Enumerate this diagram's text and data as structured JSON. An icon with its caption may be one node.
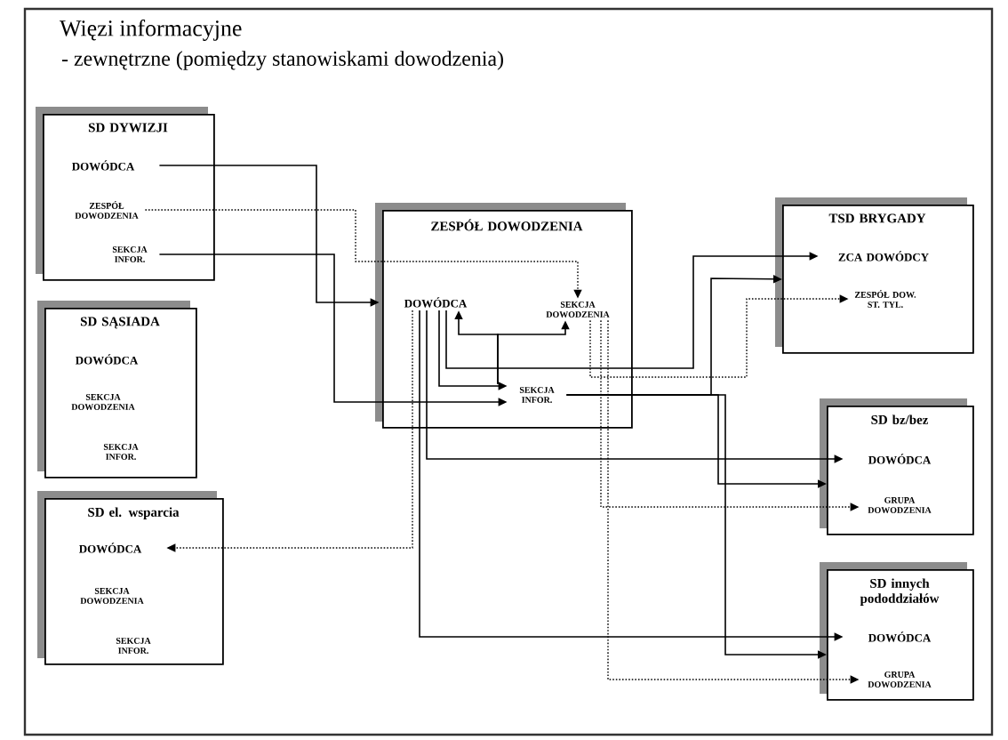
{
  "diagram": {
    "title": "Więzi informacyjne",
    "nodes": [
      {
        "text": [
          "SD DYWIZJI"
        ]
      },
      {
        "text": [
          "DOWÓDCA"
        ],
        "in": 0
      },
      {
        "text": [
          "ZESPÓŁ DOWODZENIA"
        ],
        "in": 0
      },
      {
        "text": [
          "SEKCJA INFOR."
        ],
        "in": 0
      },
      {
        "text": [
          "SD SĄSIADA"
        ]
      },
      {
        "text": [
          "DOWÓDCA"
        ],
        "in": 4
      },
      {
        "text": [
          "SEKCJA DOWODZENIA"
        ],
        "in": 4
      },
      {
        "text": [
          "SEKCJA INFOR."
        ],
        "in": 4
      },
      {
        "text": [
          "SD el. wsparcia"
        ]
      },
      {
        "text": [
          "DOWÓDCA"
        ],
        "in": 8
      },
      {
        "text": [
          "SEKCJA DOWODZENIA"
        ],
        "in": 8
      },
      {
        "text": [
          "SEKCJA INFOR."
        ],
        "in": 8
      },
      {
        "text": [
          "ZESPÓŁ DOWODZENIA"
        ]
      },
      {
        "text": [
          "DOWÓDCA"
        ],
        "in": 12
      },
      {
        "text": [
          "SEKCJA DOWODZENIA"
        ],
        "in": 12
      },
      {
        "text": [
          "SEKCJA INFOR."
        ],
        "in": 12
      },
      {
        "text": [
          "TSD BRYGADY"
        ]
      },
      {
        "text": [
          "ZCA DOWÓDCY"
        ],
        "in": 16
      },
      {
        "text": [
          "ZESPÓŁ DOW. ST. TYL."
        ],
        "in": 16
      },
      {
        "text": [
          "SD bz/bez"
        ]
      },
      {
        "text": [
          "DOWÓDCA"
        ],
        "in": 19
      },
      {
        "text": [
          "GRUPA DOWODZENIA"
        ],
        "in": 19
      },
      {
        "text": [
          "SD innych pododdziałów"
        ]
      },
      {
        "text": [
          "DOWÓDCA"
        ],
        "in": 22
      },
      {
        "text": [
          "GRUPA DOWODZENIA"
        ],
        "in": 22
      }
    ],
    "edges": [
      {
        "from": 1,
        "to": 13,
        "arrow": "to"
      },
      {
        "from": 2,
        "to": 14,
        "arrow": "to",
        "style": "dashed"
      },
      {
        "from": 15,
        "to": 13,
        "arrow": "to"
      },
      {
        "from": 15,
        "to": 14,
        "arrow": "to"
      },
      {
        "from": 13,
        "to": 15,
        "arrow": "to"
      },
      {
        "from": 3,
        "to": 15,
        "arrow": "to"
      },
      {
        "from": 13,
        "to": 17,
        "arrow": "to"
      },
      {
        "from": 15,
        "to": 16,
        "arrow": "to"
      },
      {
        "from": 14,
        "to": 18,
        "arrow": "to",
        "style": "dashed"
      },
      {
        "from": 13,
        "to": 20,
        "arrow": "to"
      },
      {
        "from": 15,
        "to": 19,
        "arrow": "to"
      },
      {
        "from": 14,
        "to": 21,
        "arrow": "to",
        "style": "dashed"
      },
      {
        "from": 13,
        "to": 23,
        "arrow": "to"
      },
      {
        "from": 15,
        "to": 22,
        "arrow": "to"
      },
      {
        "from": 14,
        "to": 24,
        "arrow": "to",
        "style": "dashed"
      },
      {
        "from": 13,
        "to": 9,
        "arrow": "to",
        "style": "dashed"
      }
    ],
    "labels": [
      "- zewnętrzne (pomiędzy stanowiskami dowodzenia)"
    ]
  }
}
